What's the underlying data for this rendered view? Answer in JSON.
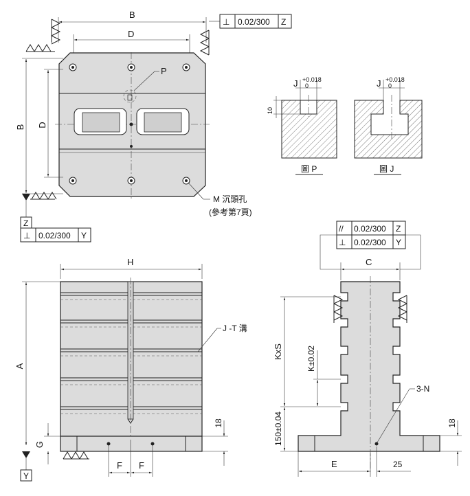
{
  "top_view": {
    "dim_b_width": "B",
    "dim_d_width": "D",
    "dim_b_height": "B",
    "dim_d_height": "D",
    "label_p": "P",
    "callout_m_line1": "M 沉頭孔",
    "callout_m_line2": "(參考第7頁)",
    "tol_top": {
      "symbol": "⊥",
      "value": "0.02/300",
      "datum": "Z"
    },
    "tol_bottom": {
      "symbol": "⊥",
      "value": "0.02/300",
      "datum": "Y"
    },
    "datum_z": "Z"
  },
  "detail_p": {
    "title": "圖 P",
    "label_j": "J",
    "tol_upper": "+0.018",
    "tol_lower": "0",
    "depth": "10"
  },
  "detail_j": {
    "title": "圖 J",
    "label_j": "J",
    "tol_upper": "+0.018",
    "tol_lower": "0"
  },
  "front_view": {
    "dim_h": "H",
    "dim_a": "A",
    "dim_g": "G",
    "dim_f1": "F",
    "dim_f2": "F",
    "dim_18": "18",
    "label_tslot": "J -T 溝",
    "datum_y": "Y"
  },
  "side_view": {
    "tol_parallel": {
      "symbol": "//",
      "value": "0.02/300",
      "datum": "Z"
    },
    "tol_perp": {
      "symbol": "⊥",
      "value": "0.02/300",
      "datum": "Y"
    },
    "dim_c": "C",
    "dim_kxs": "KxS",
    "dim_k": "K±0.02",
    "dim_150": "150±0.04",
    "dim_18": "18",
    "dim_e": "E",
    "dim_25": "25",
    "label_3n": "3-N"
  }
}
